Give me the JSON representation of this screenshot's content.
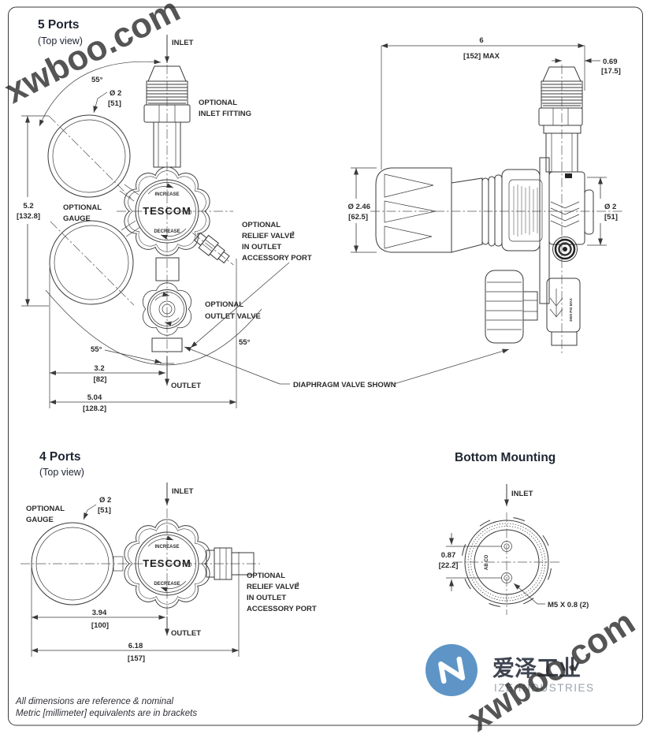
{
  "frame": {
    "border_color": "#F1A646"
  },
  "watermark": {
    "text": "xwboo.com",
    "top_color": "#D8D8D8",
    "bottom_color": "#F2A39E"
  },
  "five_ports": {
    "title": "5 Ports",
    "subtitle": "(Top view)",
    "inlet": "INLET",
    "outlet": "OUTLET",
    "angle_top": "55°",
    "angle_left": "55°",
    "angle_right": "55°",
    "gauge_dia": "Ø 2",
    "gauge_dia_mm": "[51]",
    "optional_gauge1": "OPTIONAL",
    "optional_gauge2": "GAUGE",
    "inlet_fitting1": "OPTIONAL",
    "inlet_fitting2": "INLET FITTING",
    "relief1": "OPTIONAL",
    "relief2": "RELIEF VALVE",
    "relief_sup": "3",
    "relief3": "IN OUTLET",
    "relief4": "ACCESSORY PORT",
    "outlet_valve1": "OPTIONAL",
    "outlet_valve2": "OUTLET VALVE",
    "dim_height": "5.2",
    "dim_height_mm": "[132.8]",
    "dim_w1": "3.2",
    "dim_w1_mm": "[82]",
    "dim_w2": "5.04",
    "dim_w2_mm": "[128.2]",
    "diaphragm_note": "DIAPHRAGM VALVE SHOWN",
    "knob": {
      "increase": "INCREASE",
      "brand": "TESCOM",
      "decrease": "DECREASE"
    }
  },
  "side_view": {
    "dim_width": "6",
    "dim_width_mm": "[152] MAX",
    "dim_offset": "0.69",
    "dim_offset_mm": "[17.5]",
    "dim_knob": "Ø 2.46",
    "dim_knob_mm": "[62.5]",
    "dim_body": "Ø 2",
    "dim_body_mm": "[51]",
    "valve_marking": "3500 PSI MAX"
  },
  "four_ports": {
    "title": "4 Ports",
    "subtitle": "(Top view)",
    "inlet": "INLET",
    "outlet": "OUTLET",
    "gauge_dia": "Ø 2",
    "gauge_dia_mm": "[51]",
    "optional_gauge1": "OPTIONAL",
    "optional_gauge2": "GAUGE",
    "relief1": "OPTIONAL",
    "relief2": "RELIEF VALVE",
    "relief_sup": "3",
    "relief3": "IN OUTLET",
    "relief4": "ACCESSORY PORT",
    "dim_w1": "3.94",
    "dim_w1_mm": "[100]",
    "dim_w2": "6.18",
    "dim_w2_mm": "[157]",
    "knob": {
      "increase": "INCREASE",
      "brand": "TESCOM",
      "decrease": "DECREASE"
    }
  },
  "bottom_mounting": {
    "title": "Bottom Mounting",
    "inlet": "INLET",
    "dim_holes": "0.87",
    "dim_holes_mm": "[22.2]",
    "thread_note": "M5 X 0.8 (2)",
    "marking": "AB CO"
  },
  "footnote": {
    "line1": "All dimensions are reference & nominal",
    "line2": "Metric [millimeter] equivalents are in brackets"
  },
  "logo": {
    "cn": "爱泽工业",
    "en": "IZE INDUSTRIES",
    "blue": "#5E95C6"
  }
}
